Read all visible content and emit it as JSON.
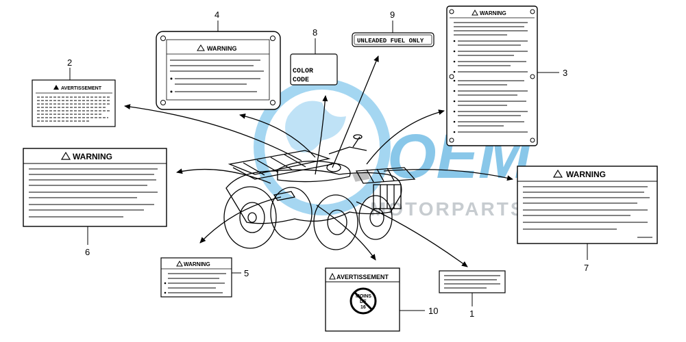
{
  "watermark": {
    "brand": "OEM",
    "sub": "MOTORPARTS",
    "color": "#2a9bd8"
  },
  "labels": {
    "warning": "WARNING",
    "avertissement_small": "AVERTISSEMENT",
    "avertissement_big": "AVERTISSEMENT",
    "color_code_line1": "COLOR",
    "color_code_line2": "CODE",
    "unleaded": "UNLEADED FUEL ONLY",
    "no_passenger_line1": "MOINS",
    "no_passenger_line2": "DE",
    "no_passenger_line3": "16"
  },
  "callouts": {
    "n1": "1",
    "n2": "2",
    "n3": "3",
    "n4": "4",
    "n5": "5",
    "n6": "6",
    "n7": "7",
    "n8": "8",
    "n9": "9",
    "n10": "10"
  }
}
